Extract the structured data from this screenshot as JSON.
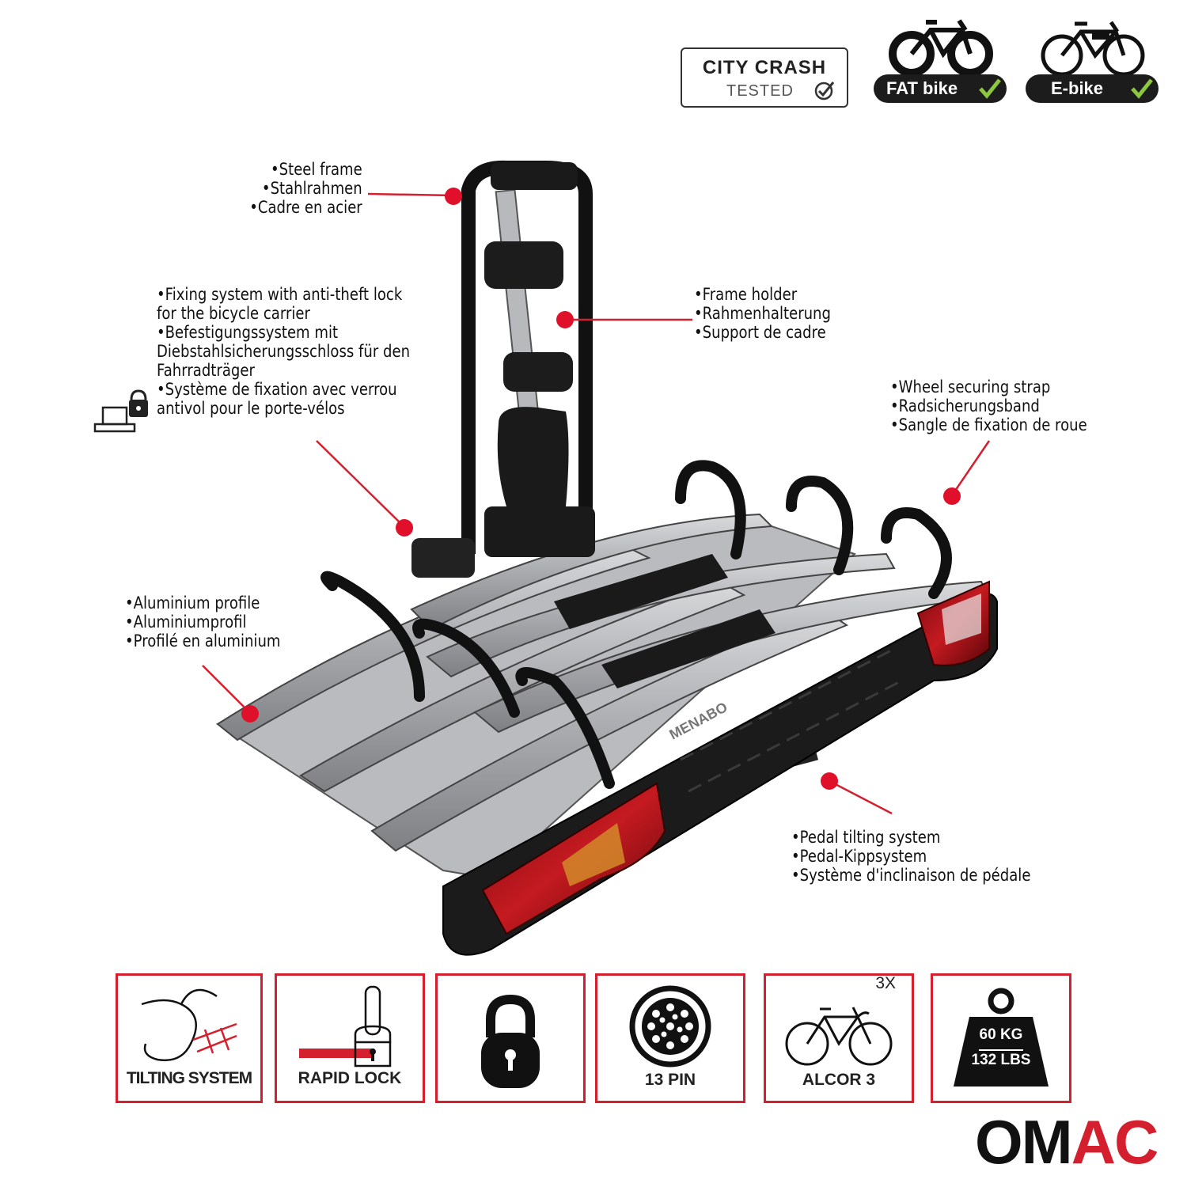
{
  "badges": {
    "city_crash": {
      "line1": "CITY CRASH",
      "line2": "TESTED"
    },
    "fat_bike": {
      "text": "FAT bike"
    },
    "e_bike": {
      "text": "E-bike"
    },
    "check_color": "#8dc63f"
  },
  "callouts": {
    "steel_frame": [
      "•Steel frame",
      "•Stahlrahmen",
      "•Cadre en acier"
    ],
    "fixing_system": [
      "•Fixing system with anti-theft lock",
      "for the bicycle carrier",
      "•Befestigungssystem mit",
      "Diebstahlsicherungsschloss für den",
      "Fahrradträger",
      "•Système de fixation avec verrou",
      "antivol pour le porte-vélos"
    ],
    "frame_holder": [
      "•Frame holder",
      "•Rahmenhalterung",
      "•Support de cadre"
    ],
    "wheel_strap": [
      "•Wheel securing strap",
      "•Radsicherungsband",
      "•Sangle de fixation de roue"
    ],
    "aluminium_profile": [
      "•Aluminium profile",
      "•Aluminiumprofil",
      "•Profilé en aluminium"
    ],
    "pedal_tilting": [
      "•Pedal tilting system",
      "•Pedal-Kippsystem",
      "•Système d'inclinaison de pédale"
    ]
  },
  "product": {
    "brand_mark": "MENABO"
  },
  "features": {
    "tilting": {
      "label": "TILTING SYSTEM"
    },
    "rapid_lock": {
      "label": "RAPID LOCK"
    },
    "lock": {
      "icon": "padlock-icon"
    },
    "pin": {
      "label": "13 PIN"
    },
    "alcor": {
      "label": "ALCOR 3",
      "count": "3X"
    },
    "weight": {
      "kg": "60 KG",
      "lbs": "132 LBS"
    }
  },
  "logo": {
    "part1": "OM",
    "part2": "AC",
    "color1": "#111111",
    "color2": "#d4202e"
  },
  "colors": {
    "accent": "#d4202e",
    "callout_dot": "#e0102a"
  }
}
